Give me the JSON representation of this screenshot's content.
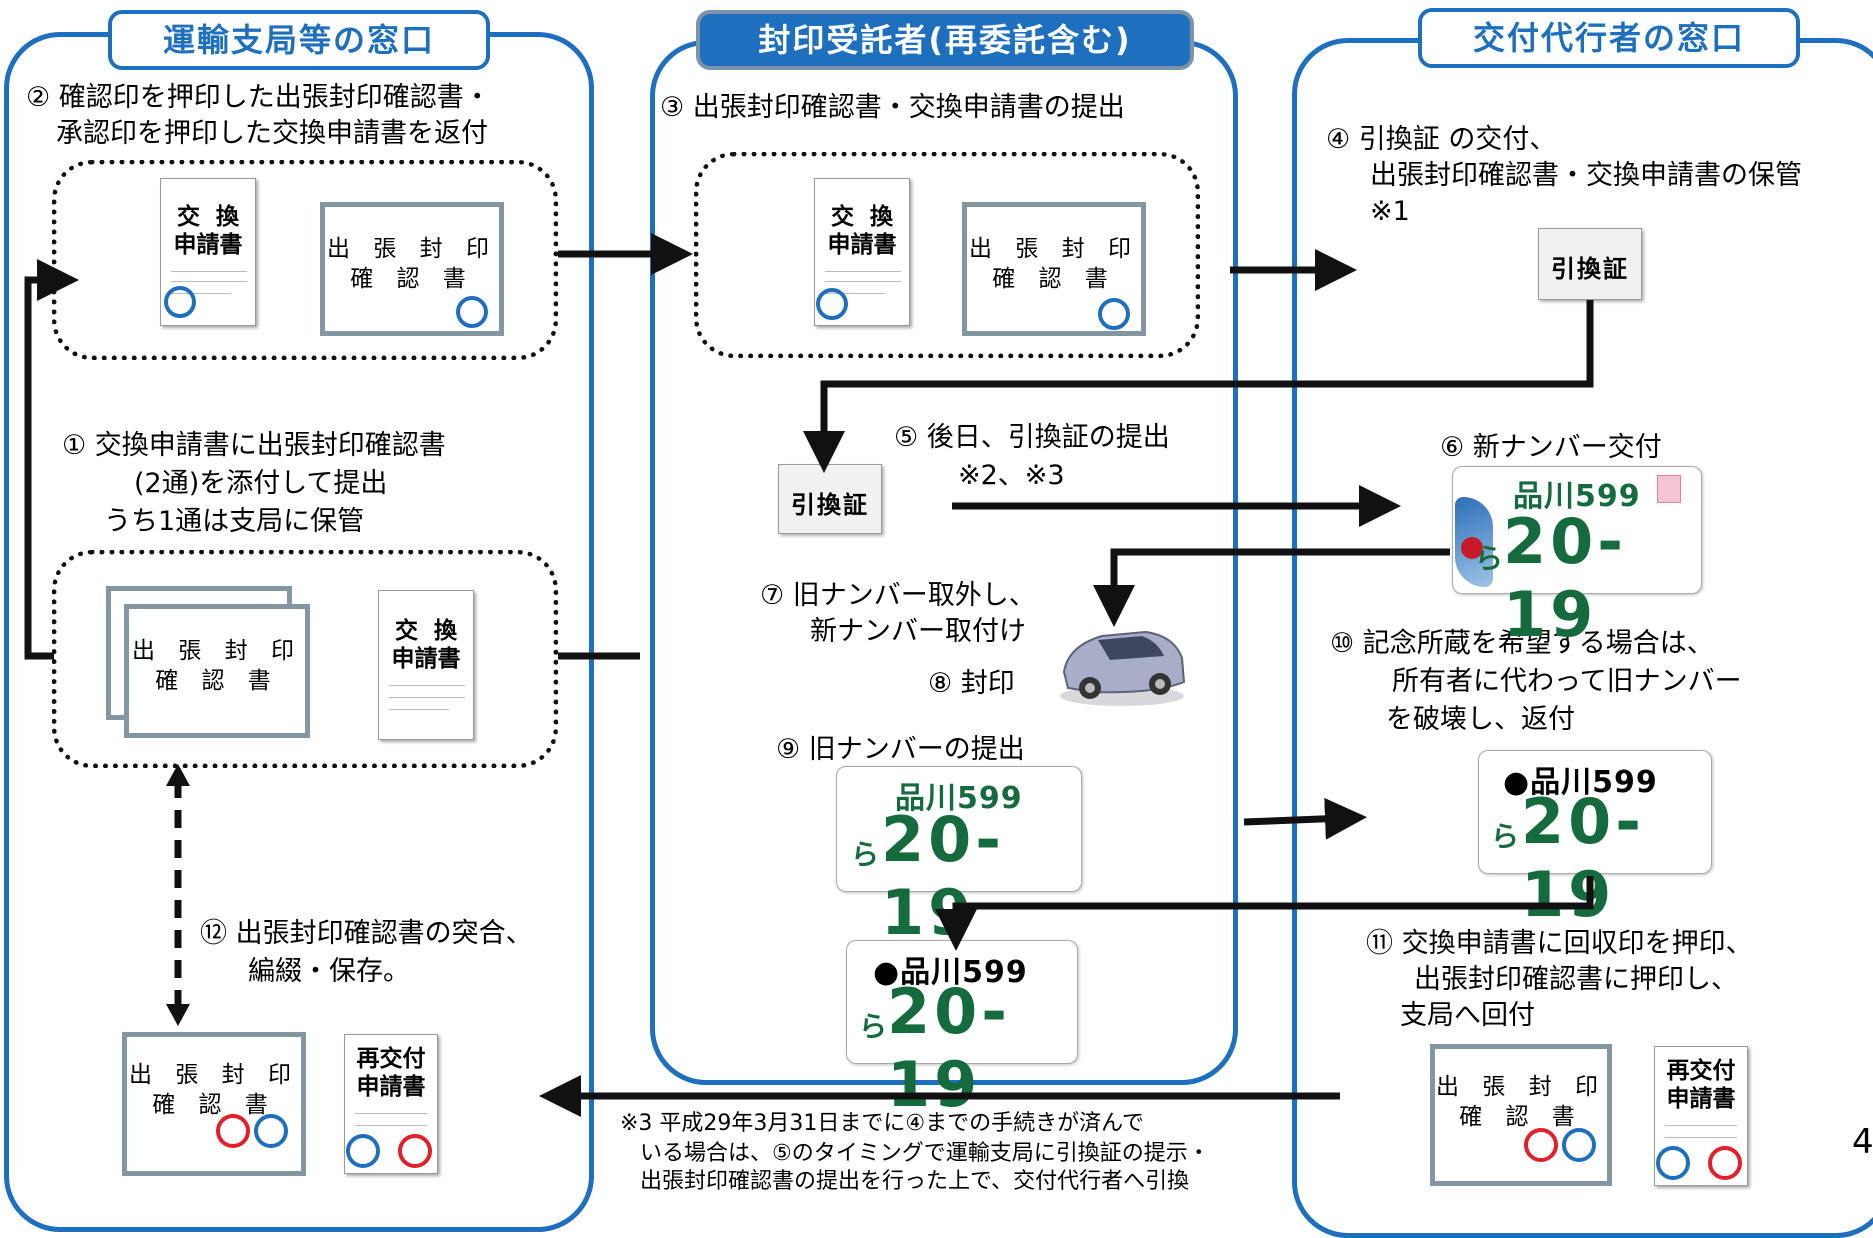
{
  "sections": {
    "left_title": "運輸支局等の窓口",
    "center_title": "封印受託者(再委託含む)",
    "right_title": "交付代行者の窓口"
  },
  "steps": {
    "s2_line1": "② 確認印を押印した出張封印確認書・",
    "s2_line2": "承認印を押印した交換申請書を返付",
    "s1_line1": "① 交換申請書に出張封印確認書",
    "s1_line2": "(2通)を添付して提出",
    "s1_line3": "うち1通は支局に保管",
    "s12_line1": "⑫ 出張封印確認書の突合、",
    "s12_line2": "編綴・保存。",
    "s3": "③ 出張封印確認書・交換申請書の提出",
    "s5_line1": "⑤ 後日、引換証の提出",
    "s5_line2": "※2、※3",
    "s7_line1": "⑦ 旧ナンバー取外し、",
    "s7_line2": "新ナンバー取付け",
    "s8": "⑧ 封印",
    "s9": "⑨ 旧ナンバーの提出",
    "s4_line1": "④ 引換証 の交付、",
    "s4_line2": "出張封印確認書・交換申請書の保管",
    "s4_line3": "※1",
    "s6": "⑥ 新ナンバー交付",
    "s10_line1": "⑩ 記念所蔵を希望する場合は、",
    "s10_line2": "所有者に代わって旧ナンバー",
    "s10_line3": "を破壊し、返付",
    "s11_line1": "⑪ 交換申請書に回収印を押印、",
    "s11_line2": "出張封印確認書に押印し、",
    "s11_line3": "支局へ回付"
  },
  "note": {
    "line1": "※3 平成29年3月31日までに④までの手続きが済んで",
    "line2": "いる場合は、⑤のタイミングで運輸支局に引換証の提示・",
    "line3": "出張封印確認書の提出を行った上で、交付代行者へ引換"
  },
  "docs": {
    "confirm_l1": "出 張 封 印",
    "confirm_l2": "確 認 書",
    "exchange_l1": "交  換",
    "exchange_l2": "申請書",
    "reissue_l1": "再交付",
    "reissue_l2": "申請書",
    "ticket": "引換証"
  },
  "plates": {
    "region": "品川599",
    "region_marked": "●品川599",
    "kana": "ら",
    "number": "20-19"
  },
  "page_number": "4",
  "colors": {
    "accent": "#1f6fbf",
    "stamp_blue": "#1f6fbf",
    "stamp_red": "#e0202a",
    "plate_green": "#166b3e"
  }
}
